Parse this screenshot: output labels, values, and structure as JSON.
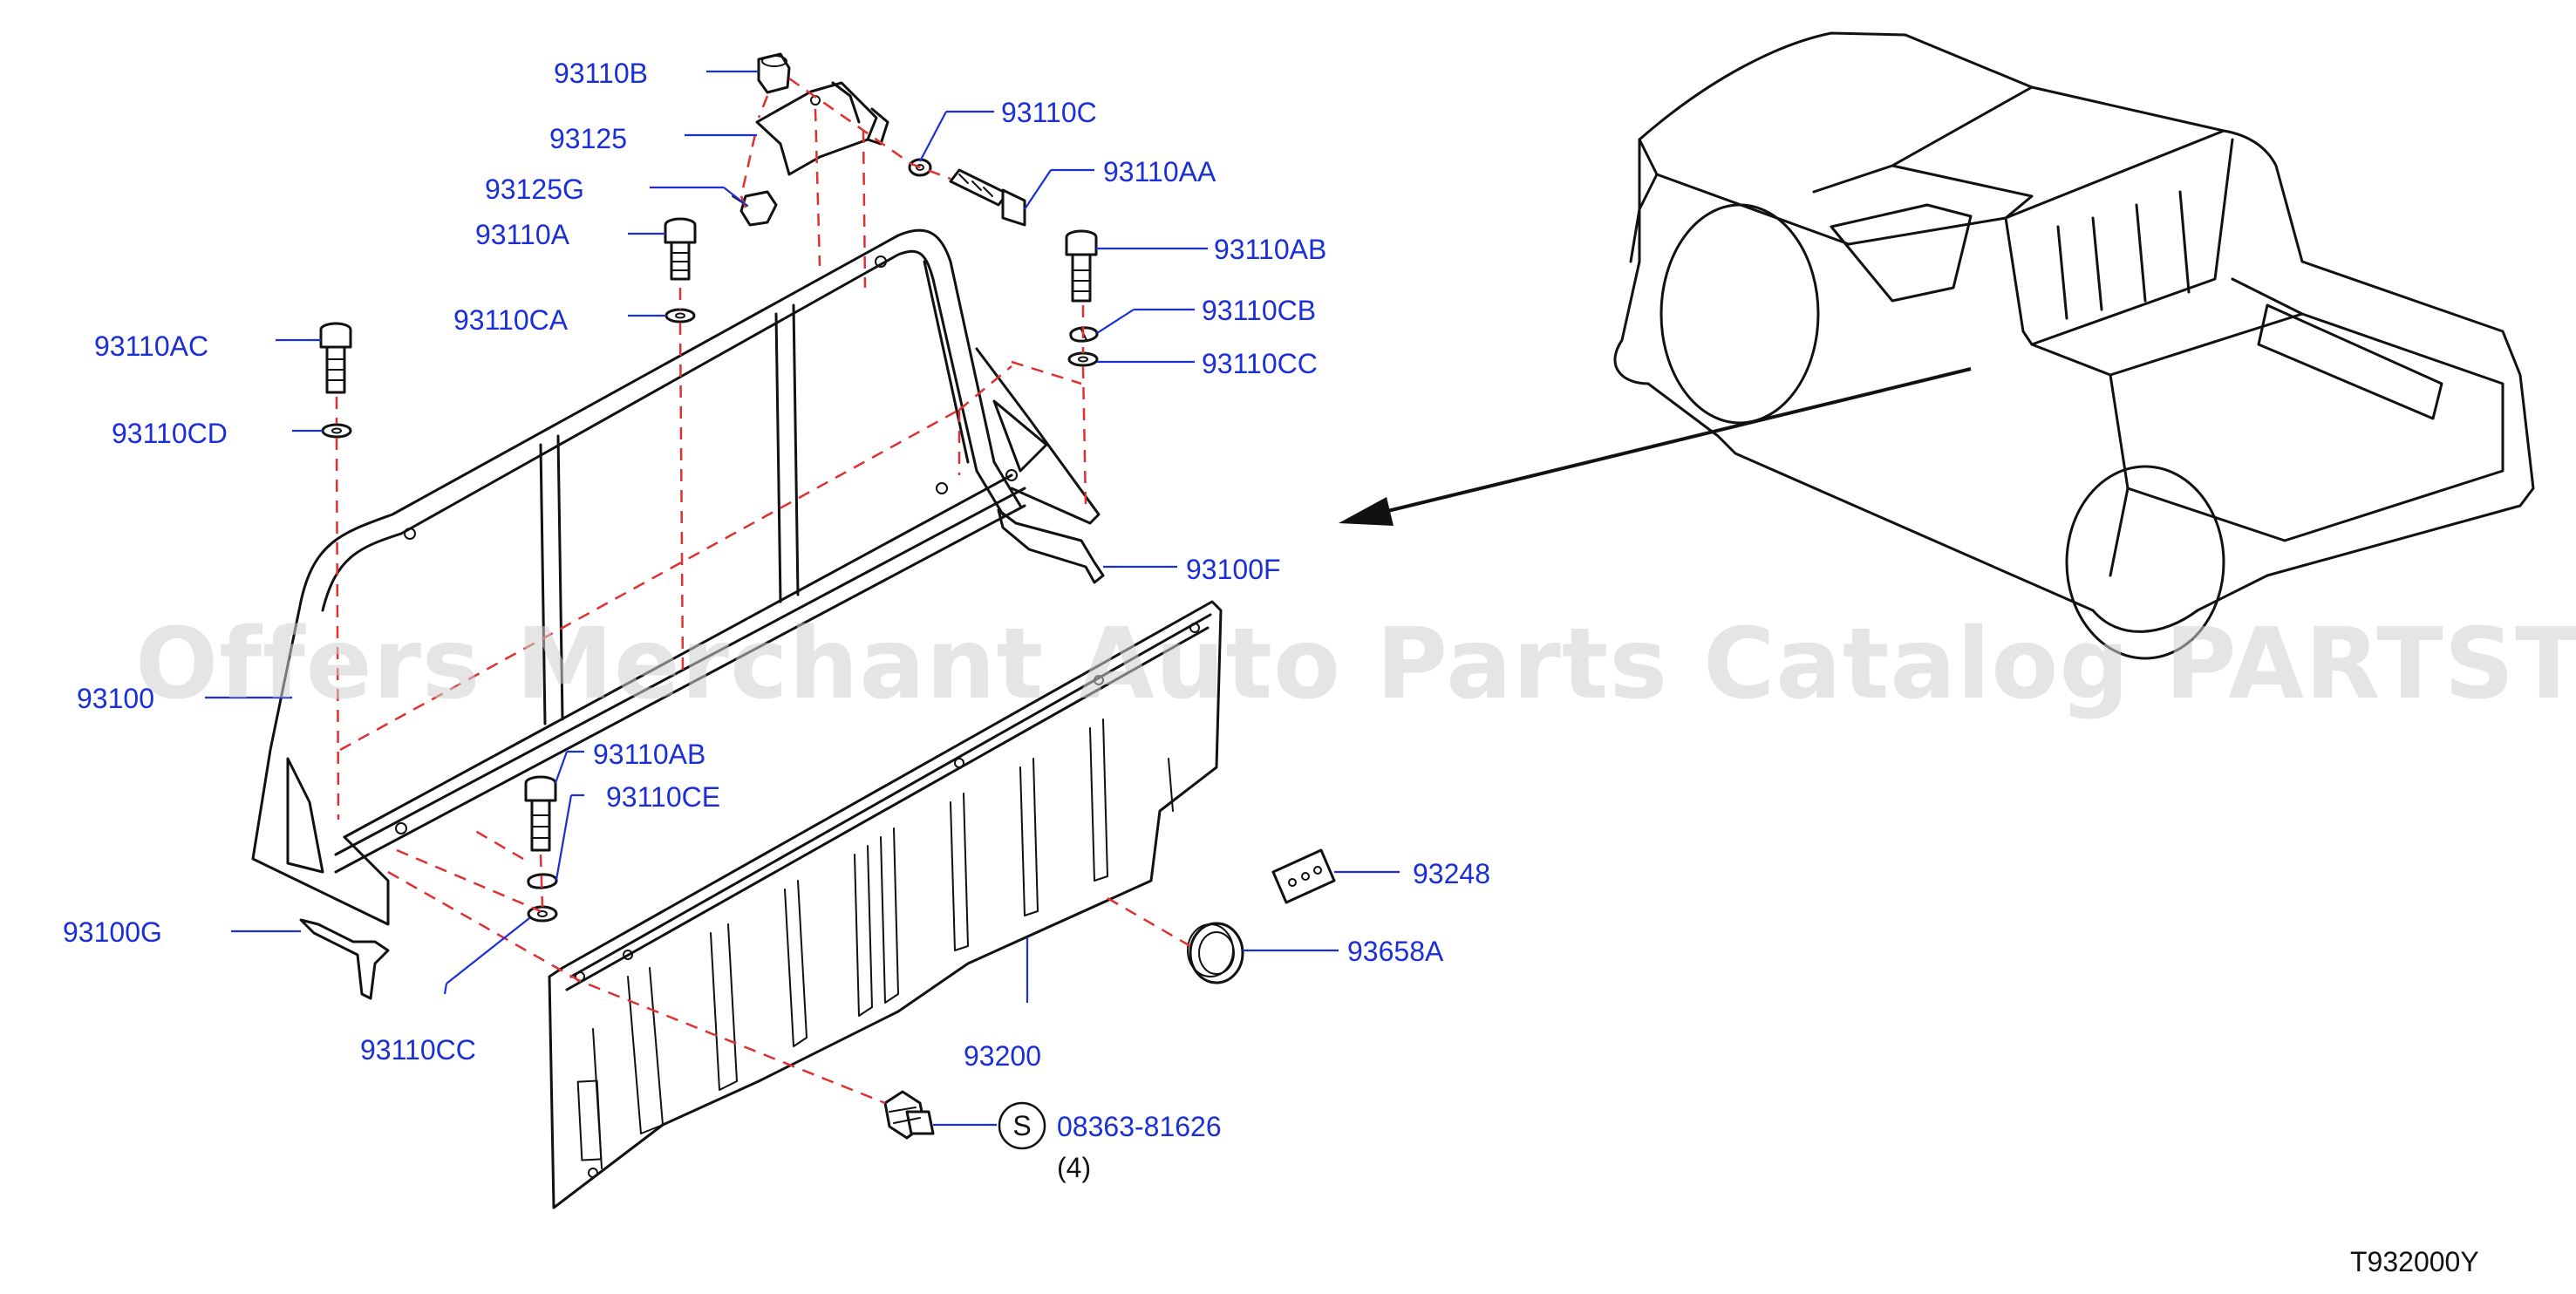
{
  "labels": {
    "p93110B": "93110B",
    "p93125": "93125",
    "p93110C": "93110C",
    "p93125G": "93125G",
    "p93110AA": "93110AA",
    "p93110A": "93110A",
    "p93110AB_top": "93110AB",
    "p93110CA": "93110CA",
    "p93110CB": "93110CB",
    "p93110AC": "93110AC",
    "p93110CC_top": "93110CC",
    "p93110CD": "93110CD",
    "p93100F": "93100F",
    "p93100": "93100",
    "p93110AB_low": "93110AB",
    "p93110CE": "93110CE",
    "p93248": "93248",
    "p93100G": "93100G",
    "p93658A": "93658A",
    "p93110CC_low": "93110CC",
    "p93200": "93200",
    "p08363": "08363-81626",
    "p08363_qty": "(4)",
    "std_symbol": "S"
  },
  "watermark": "Offers Merchant Auto Parts Catalog PARTSTORE.SA",
  "diagram_code": "T932000Y",
  "colors": {
    "label": "#1b2fd6",
    "dashed_line": "#e03030",
    "line_art": "#111111",
    "watermark": "#d0d0d0"
  }
}
